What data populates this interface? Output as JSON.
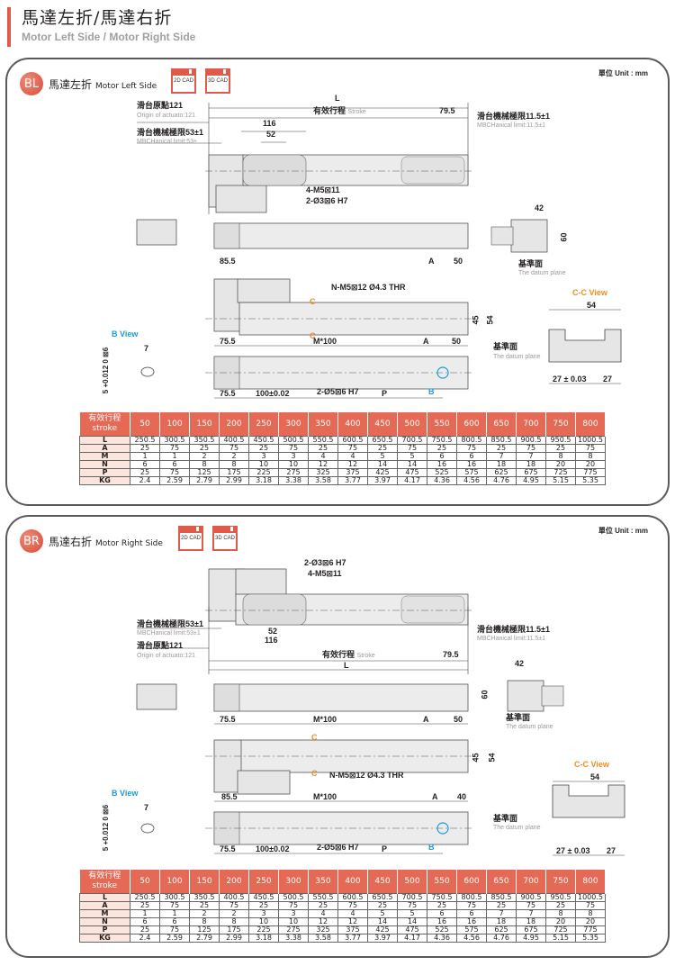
{
  "header": {
    "title": "馬達左折/馬達右折",
    "subtitle": "Motor Left Side / Motor Right Side"
  },
  "accent_color": "#e05a4a",
  "sections": [
    {
      "badge": "BL",
      "title": "馬達左折",
      "title_en": "Motor Left Side",
      "cad_2d": "2D CAD",
      "cad_3d": "3D CAD",
      "unit": "單位 Unit : mm",
      "dims": {
        "L": "L",
        "stroke_label": "有效行程",
        "stroke_en": "Stroke",
        "d79_5": "79.5",
        "d116": "116",
        "d52": "52",
        "origin": "滑台原點121",
        "origin_en": "Origin of actuato:121",
        "limit53": "滑台機械極限53±1",
        "limit53_en": "MBCHanical limit:53±",
        "limit11": "滑台機械極限11.5±1",
        "limit11_en": "MBCHanical limit:11.5±1",
        "m5": "4-M5⊠11",
        "pin": "2-Ø3⊠6 H7",
        "d85_5": "85.5",
        "A": "A",
        "d50": "50",
        "d42": "42",
        "d60": "60",
        "datum": "基準面",
        "datum_en": "The datum plane",
        "nm5": "N-M5⊠12 Ø4.3 THR",
        "C": "C",
        "d45": "45",
        "d54": "54",
        "d75_5": "75.5",
        "m100": "M*100",
        "d50b": "50",
        "d100": "100±0.02",
        "pin5": "2-Ø5⊠6 H7",
        "P": "P",
        "B": "B",
        "bview": "B View",
        "b7": "7",
        "b5": "5 +0.012 0 ⊠6",
        "ccview": "C-C View",
        "cc54": "54",
        "cc27a": "27 ± 0.03",
        "cc27b": "27"
      }
    },
    {
      "badge": "BR",
      "title": "馬達右折",
      "title_en": "Motor Right Side",
      "cad_2d": "2D CAD",
      "cad_3d": "3D CAD",
      "unit": "單位 Unit : mm",
      "dims": {
        "L": "L",
        "stroke_label": "有效行程",
        "stroke_en": "Stroke",
        "d79_5": "79.5",
        "d116": "116",
        "d52": "52",
        "origin": "滑台原點121",
        "origin_en": "Origin of actuato:121",
        "limit53": "滑台機械極限53±1",
        "limit53_en": "MBCHanical limit:53±1",
        "limit11": "滑台機械極限11.5±1",
        "limit11_en": "MBCHanical limit:11.5±1",
        "m5": "4-M5⊠11",
        "pin": "2-Ø3⊠6 H7",
        "d75_5_top": "75.5",
        "m100_top": "M*100",
        "A_top": "A",
        "d50_top": "50",
        "d42": "42",
        "d60": "60",
        "datum": "基準面",
        "datum_en": "The datum plane",
        "nm5": "N-M5⊠12 Ø4.3 THR",
        "C": "C",
        "d45": "45",
        "d54": "54",
        "d85_5": "85.5",
        "m100": "M*100",
        "A": "A",
        "d40": "40",
        "d75_5": "75.5",
        "d100": "100±0.02",
        "pin5": "2-Ø5⊠6 H7",
        "P": "P",
        "B": "B",
        "bview": "B View",
        "b7": "7",
        "b5": "5 +0.012 0 ⊠6",
        "ccview": "C-C View",
        "cc54": "54",
        "cc27a": "27 ± 0.03",
        "cc27b": "27"
      }
    }
  ],
  "table": {
    "corner_zh": "有效行程",
    "corner_en": "stroke",
    "strokes": [
      "50",
      "100",
      "150",
      "200",
      "250",
      "300",
      "350",
      "400",
      "450",
      "500",
      "550",
      "600",
      "650",
      "700",
      "750",
      "800"
    ],
    "rows": [
      {
        "label": "L",
        "values": [
          "250.5",
          "300.5",
          "350.5",
          "400.5",
          "450.5",
          "500.5",
          "550.5",
          "600.5",
          "650.5",
          "700.5",
          "750.5",
          "800.5",
          "850.5",
          "900.5",
          "950.5",
          "1000.5"
        ]
      },
      {
        "label": "A",
        "values": [
          "25",
          "75",
          "25",
          "75",
          "25",
          "75",
          "25",
          "75",
          "25",
          "75",
          "25",
          "75",
          "25",
          "75",
          "25",
          "75"
        ]
      },
      {
        "label": "M",
        "values": [
          "1",
          "1",
          "2",
          "2",
          "3",
          "3",
          "4",
          "4",
          "5",
          "5",
          "6",
          "6",
          "7",
          "7",
          "8",
          "8"
        ]
      },
      {
        "label": "N",
        "values": [
          "6",
          "6",
          "8",
          "8",
          "10",
          "10",
          "12",
          "12",
          "14",
          "14",
          "16",
          "16",
          "18",
          "18",
          "20",
          "20"
        ]
      },
      {
        "label": "P",
        "values": [
          "25",
          "75",
          "125",
          "175",
          "225",
          "275",
          "325",
          "375",
          "425",
          "475",
          "525",
          "575",
          "625",
          "675",
          "725",
          "775"
        ]
      },
      {
        "label": "KG",
        "values": [
          "2.4",
          "2.59",
          "2.79",
          "2.99",
          "3.18",
          "3.38",
          "3.58",
          "3.77",
          "3.97",
          "4.17",
          "4.36",
          "4.56",
          "4.76",
          "4.95",
          "5.15",
          "5.35"
        ]
      }
    ]
  }
}
